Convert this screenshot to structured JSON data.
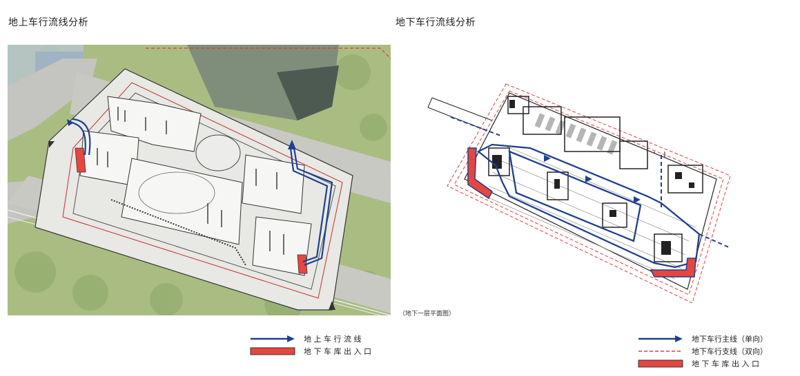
{
  "left": {
    "title": "地上车行流线分析",
    "legend": [
      {
        "label": "地 上 车 行 流 线",
        "kind": "blue-arrow"
      },
      {
        "label": "地 下 车 库 出 入 口",
        "kind": "red-block"
      }
    ]
  },
  "right": {
    "title": "地下车行流线分析",
    "caption": "（地下一层平面图）",
    "legend": [
      {
        "label": "地下车行主线（单向）",
        "kind": "blue-arrow"
      },
      {
        "label": "地下车行支线（双向）",
        "kind": "red-dash"
      },
      {
        "label": "地 下 车 库 出 入 口",
        "kind": "red-block"
      }
    ]
  },
  "colors": {
    "route_blue": "#1f3f8f",
    "entrance_red": "#e5473f",
    "dash_red": "#e23b3b",
    "grass": "#b9c98f",
    "road": "#c9c9c4",
    "plaza": "#e9e9e6"
  }
}
